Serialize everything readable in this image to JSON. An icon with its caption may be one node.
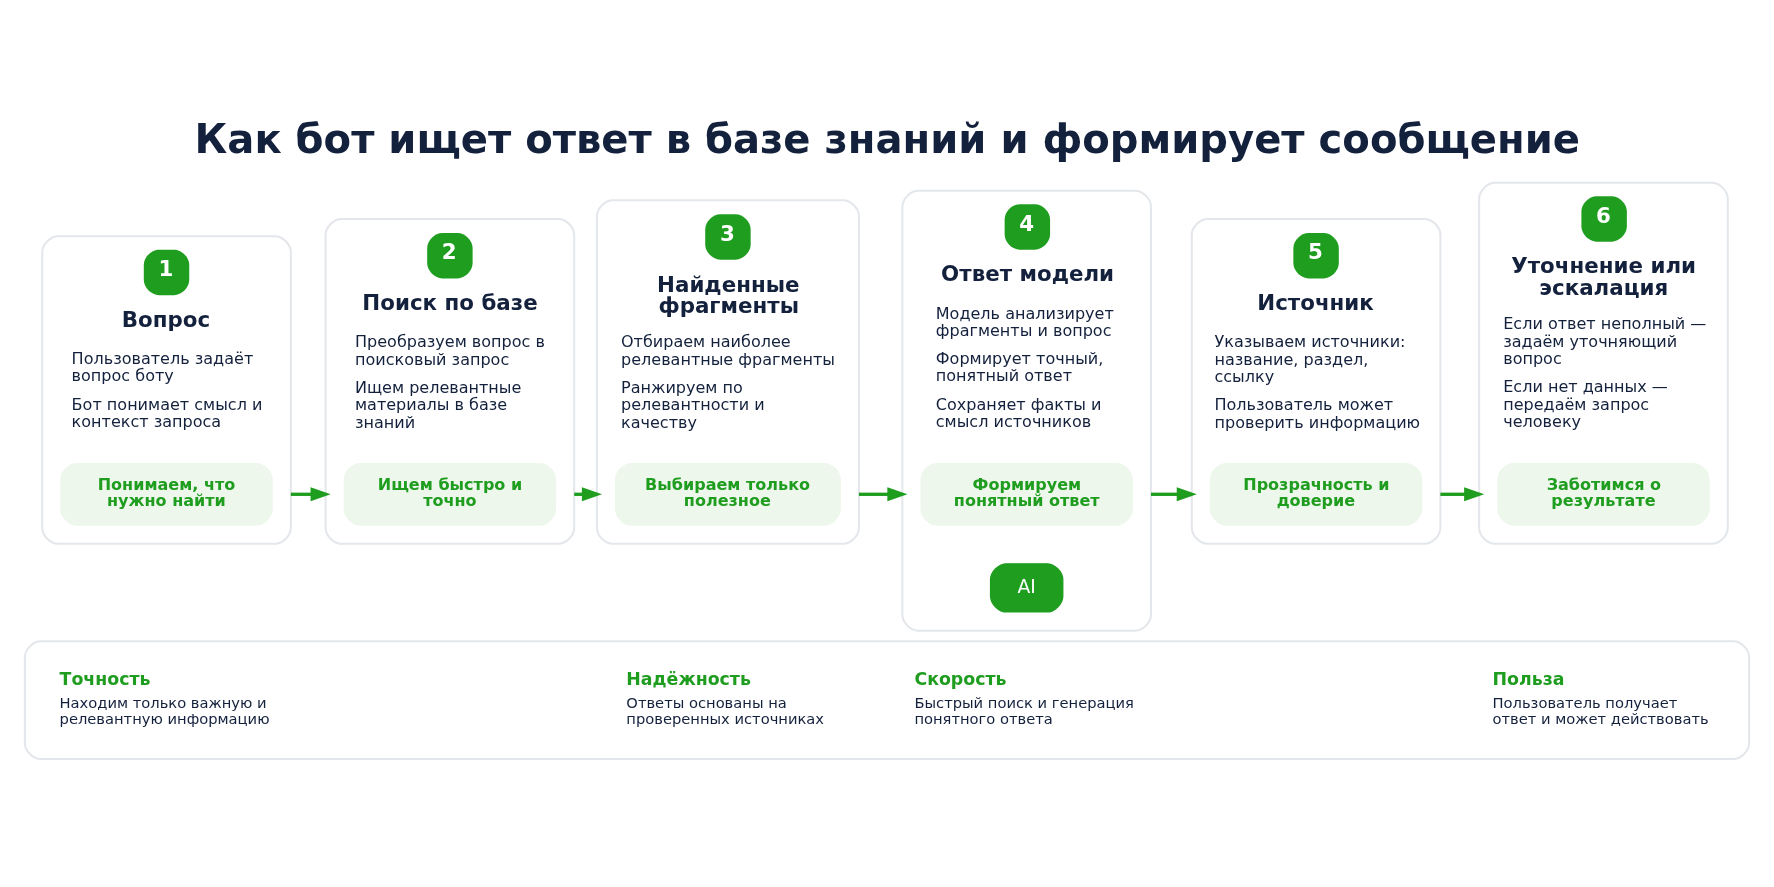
{
  "diagram": {
    "title": "Как бот ищет ответ в базе знаний и формирует сообщение",
    "nodes": [
      {
        "text": [
          "1",
          "Вопрос",
          "Пользователь задаёт вопрос боту",
          "Бот понимает смысл и контекст запроса"
        ]
      },
      {
        "text": [
          "Понимаем, что нужно найти"
        ],
        "in": 0
      },
      {
        "text": [
          "2",
          "Поиск по базе",
          "Преобразуем вопрос в поисковый запрос",
          "Ищем релевантные материалы в базе знаний"
        ]
      },
      {
        "text": [
          "Ищем быстро и точно"
        ],
        "in": 2
      },
      {
        "text": [
          "3",
          "Найденные фрагменты",
          "Отбираем наиболее релевантные фрагменты",
          "Ранжируем по релевантности и качеству"
        ]
      },
      {
        "text": [
          "Выбираем только полезное"
        ],
        "in": 4
      },
      {
        "text": [
          "4",
          "Ответ модели",
          "Модель анализирует фрагменты и вопрос",
          "Формирует точный, понятный ответ",
          "Сохраняет факты и смысл источников"
        ]
      },
      {
        "text": [
          "Формируем понятный ответ"
        ],
        "in": 6
      },
      {
        "text": [
          "5",
          "Источник",
          "Указываем источники: название, раздел, ссылку",
          "Пользователь может проверить информацию"
        ]
      },
      {
        "text": [
          "Прозрачность и доверие"
        ],
        "in": 8
      },
      {
        "text": [
          "6",
          "Уточнение или эскалация",
          "Если ответ неполный — задаём уточняющий вопрос",
          "Если нет данных — передаём запрос человеку"
        ]
      },
      {
        "text": [
          "Заботимся о результате"
        ],
        "in": 10
      },
      {
        "text": [],
        "shape": "box"
      },
      {
        "text": [
          "Точность",
          "Находим только важную и релевантную информацию"
        ],
        "in": 12
      },
      {
        "text": [
          "Надёжность",
          "Ответы основаны на проверенных источниках"
        ],
        "in": 12
      },
      {
        "text": [
          "Скорость",
          "Быстрый поиск и генерация понятного ответа"
        ],
        "in": 12
      },
      {
        "text": [
          "Польза",
          "Пользователь получает ответ и может действовать"
        ],
        "in": 12
      }
    ],
    "edges": [
      {
        "from": 0,
        "to": 2,
        "arrow": "to"
      },
      {
        "from": 2,
        "to": 4,
        "arrow": "to"
      },
      {
        "from": 4,
        "to": 6,
        "arrow": "to"
      },
      {
        "from": 6,
        "to": 8,
        "arrow": "to"
      },
      {
        "from": 8,
        "to": 10,
        "arrow": "to"
      }
    ],
    "labels": [
      "AI"
    ]
  }
}
